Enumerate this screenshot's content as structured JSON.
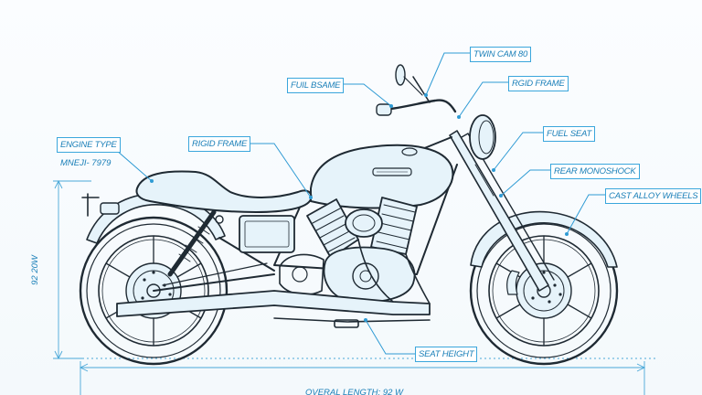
{
  "labels": {
    "twin_cam": "TWIN CAM 80",
    "fuel_frame": "FUIL BSAME",
    "rigid_frame_top": "RGID FRAME",
    "fuel_seat": "FUEL SEAT",
    "rear_monoshock": "REAR MONOSHOCK",
    "cast_alloy_wheels": "CAST ALLOY WHEELS",
    "engine_type": "ENGINE TYPE",
    "engine_spec": "MNEJI- 7979",
    "rigid_frame_mid": "RIGID FRAME",
    "seat_height": "SEAT HEIGHT",
    "height_dim": "92 20W",
    "overall_length": "OVERAL LENGTH: 92 W"
  },
  "colors": {
    "accent": "#2f9bd4",
    "label_text": "#1a7fb8",
    "ink": "#1f2a33",
    "tint": "#e6f3fa"
  }
}
